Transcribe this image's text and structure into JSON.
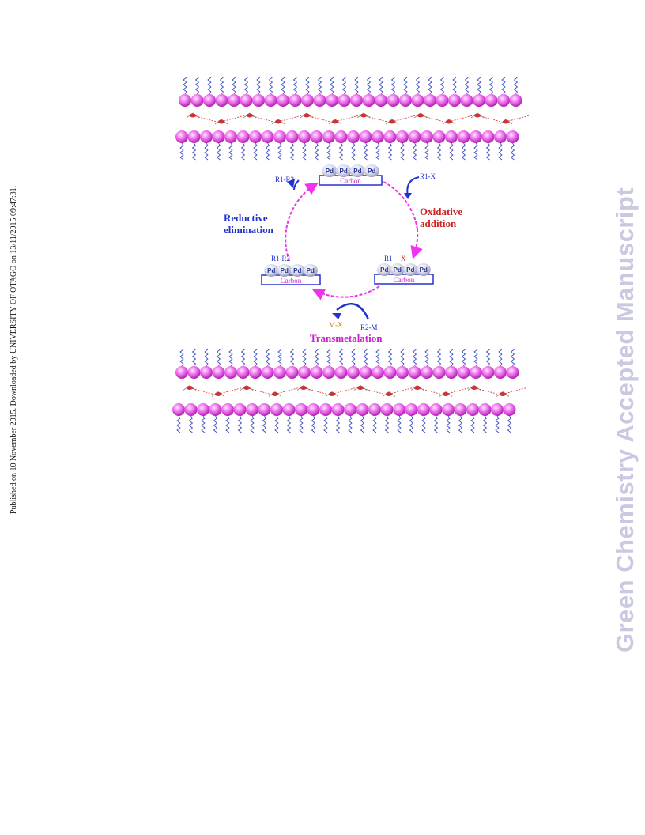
{
  "side_note": "Published on 10 November 2015. Downloaded by UNIVERSITY OF OTAGO on 13/11/2015 09:47:31.",
  "watermark": "Green Chemistry Accepted Manuscript",
  "diagram": {
    "catalyst_atom": "Pd",
    "support_label": "Carbon",
    "reactant_r1x": "R1-X",
    "reactant_r2m": "R2-M",
    "byproduct": "M-X",
    "product": "R1-R2",
    "complex_top_left": "R1",
    "complex_top_right": "X",
    "complex_left": "R1-R2",
    "step_oxidative_1": "Oxidative",
    "step_oxidative_2": "addition",
    "step_reductive_1": "Reductive",
    "step_reductive_2": "elimination",
    "step_trans": "Transmetalation"
  },
  "colors": {
    "membrane": "#f070f0",
    "tail": "#3344bb",
    "cycle": "#ee33ee",
    "red": "#cc2222",
    "blue": "#2233cc",
    "magenta": "#cc22cc",
    "orange": "#cc7700"
  }
}
